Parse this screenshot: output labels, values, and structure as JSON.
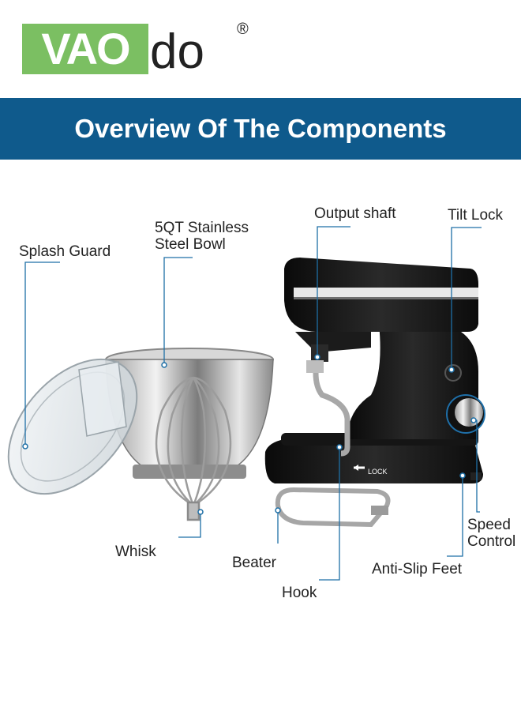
{
  "brand": {
    "logo_text": "VAOdo",
    "registered_mark": "®",
    "accent_color": "#7bbf62"
  },
  "banner": {
    "title": "Overview Of The Components",
    "background_color": "#0f5a8c"
  },
  "labels": {
    "splash_guard": "Splash Guard",
    "bowl": "5QT Stainless\nSteel Bowl",
    "output_shaft": "Output shaft",
    "tilt_lock": "Tilt Lock",
    "whisk": "Whisk",
    "beater": "Beater",
    "hook": "Hook",
    "anti_slip_feet": "Anti-Slip Feet",
    "speed_control": "Speed\nControl",
    "lock_marking": "LOCK"
  },
  "callout_color": "#1e6fa6"
}
